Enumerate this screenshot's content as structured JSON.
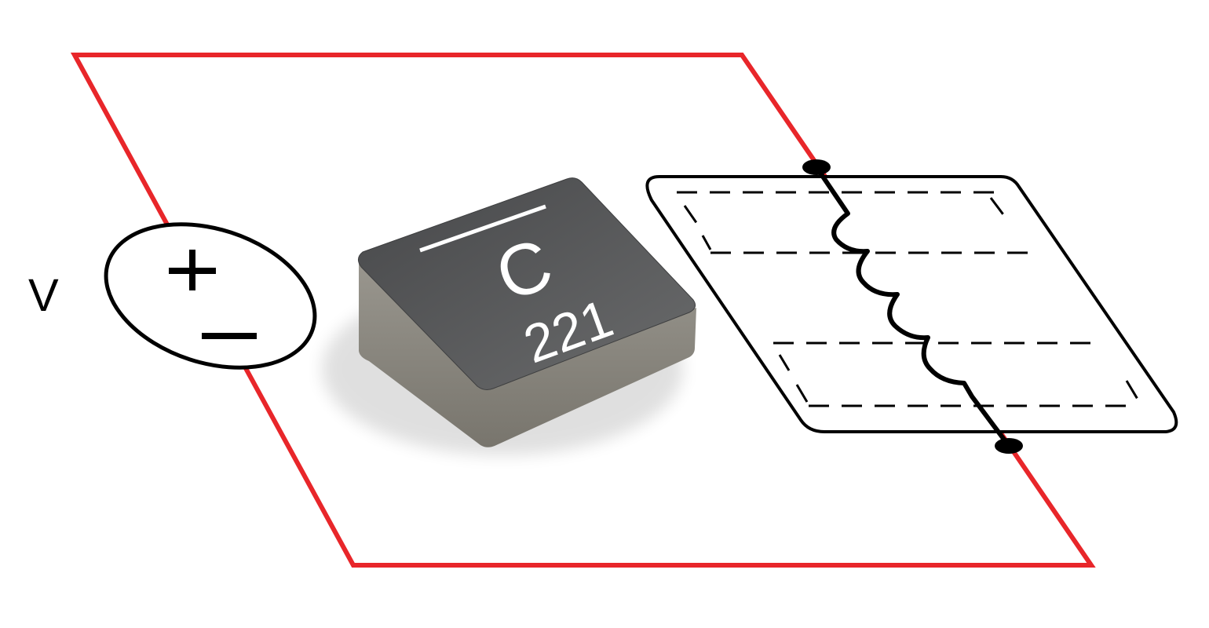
{
  "labels": {
    "voltage": "V",
    "plus": "+",
    "minus": "–"
  },
  "component": {
    "logo_letter": "C",
    "marking": "221"
  },
  "colors": {
    "wire": "#e8262a",
    "chip_top": "#57585a",
    "chip_side": "#8a877f",
    "ink": "#000000"
  },
  "icons": [
    "voltage-source-icon",
    "inductor-coil-icon"
  ]
}
